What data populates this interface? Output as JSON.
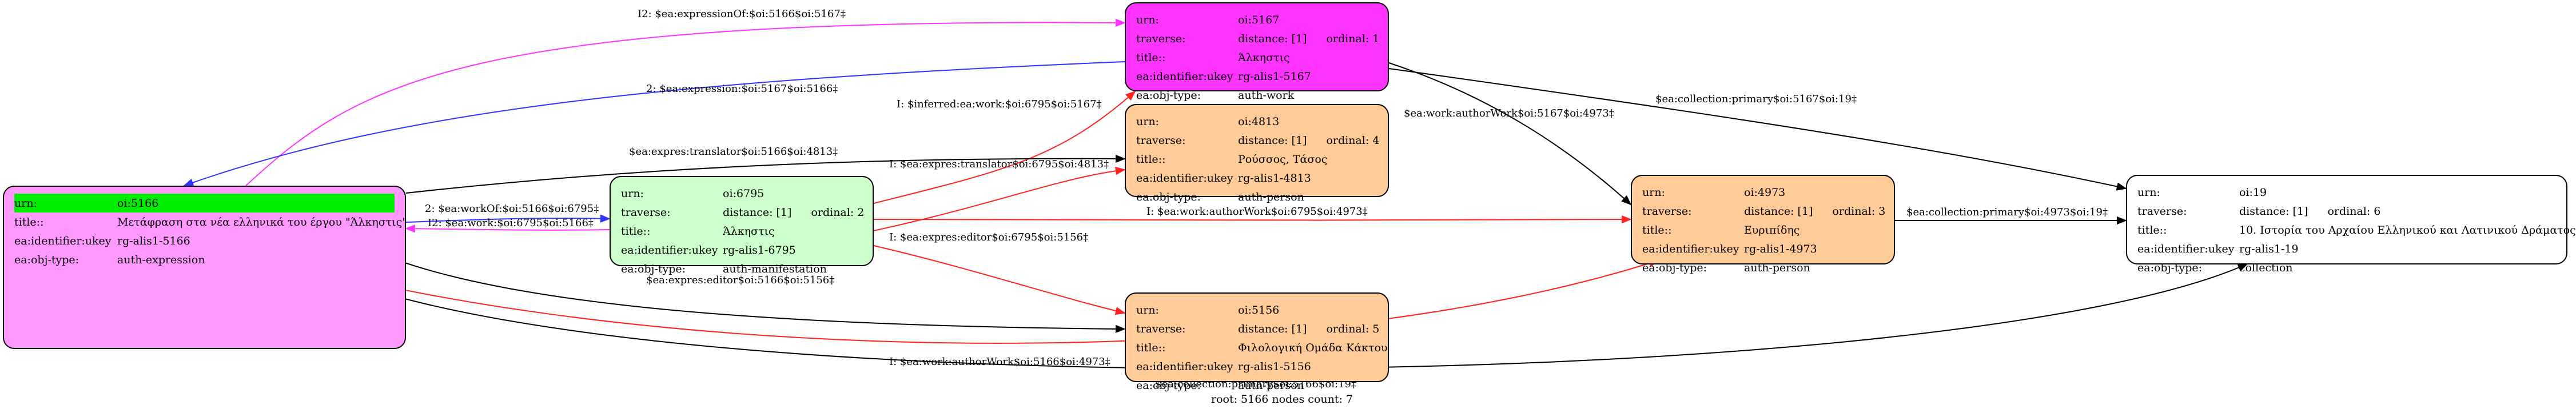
{
  "nodes": {
    "n5166": {
      "urn_key": "urn:",
      "urn": "oi:5166",
      "title_key": "title::",
      "title": "Μετάφραση στα νέα ελληνικά του έργου \"Άλκηστις\"",
      "ukey_key": "ea:identifier:ukey",
      "ukey": "rg-alis1-5166",
      "type_key": "ea:obj-type:",
      "type": "auth-expression"
    },
    "n5167": {
      "urn_key": "urn:",
      "urn": "oi:5167",
      "traverse_key": "traverse:",
      "distance": "distance: [1]",
      "ordinal": "ordinal: 1",
      "title_key": "title::",
      "title": "Άλκηστις",
      "ukey_key": "ea:identifier:ukey",
      "ukey": "rg-alis1-5167",
      "type_key": "ea:obj-type:",
      "type": "auth-work"
    },
    "n4813": {
      "urn_key": "urn:",
      "urn": "oi:4813",
      "traverse_key": "traverse:",
      "distance": "distance: [1]",
      "ordinal": "ordinal: 4",
      "title_key": "title::",
      "title": "Ρούσσος, Τάσος",
      "ukey_key": "ea:identifier:ukey",
      "ukey": "rg-alis1-4813",
      "type_key": "ea:obj-type:",
      "type": "auth-person"
    },
    "n6795": {
      "urn_key": "urn:",
      "urn": "oi:6795",
      "traverse_key": "traverse:",
      "distance": "distance: [1]",
      "ordinal": "ordinal: 2",
      "title_key": "title::",
      "title": "Άλκηστις",
      "ukey_key": "ea:identifier:ukey",
      "ukey": "rg-alis1-6795",
      "type_key": "ea:obj-type:",
      "type": "auth-manifestation"
    },
    "n5156": {
      "urn_key": "urn:",
      "urn": "oi:5156",
      "traverse_key": "traverse:",
      "distance": "distance: [1]",
      "ordinal": "ordinal: 5",
      "title_key": "title::",
      "title": "Φιλολογική Ομάδα Κάκτου",
      "ukey_key": "ea:identifier:ukey",
      "ukey": "rg-alis1-5156",
      "type_key": "ea:obj-type:",
      "type": "auth-person"
    },
    "n4973": {
      "urn_key": "urn:",
      "urn": "oi:4973",
      "traverse_key": "traverse:",
      "distance": "distance: [1]",
      "ordinal": "ordinal: 3",
      "title_key": "title::",
      "title": "Ευριπίδης",
      "ukey_key": "ea:identifier:ukey",
      "ukey": "rg-alis1-4973",
      "type_key": "ea:obj-type:",
      "type": "auth-person"
    },
    "n19": {
      "urn_key": "urn:",
      "urn": "oi:19",
      "traverse_key": "traverse:",
      "distance": "distance: [1]",
      "ordinal": "ordinal: 6",
      "title_key": "title::",
      "title": "10. Ιστορία του Αρχαίου Ελληνικού και Λατινικού Δράματος",
      "ukey_key": "ea:identifier:ukey",
      "ukey": "rg-alis1-19",
      "type_key": "ea:obj-type:",
      "type": "collection"
    }
  },
  "node_colors": {
    "root": "#ff99ff",
    "work": "#ff33ff",
    "person": "#ffcc99",
    "manifestation": "#ccffcc",
    "collection": "#ffffff",
    "root_highlight": "#00ee00"
  },
  "edges": [
    {
      "id": "e-expressionOf",
      "label": "I2: $ea:expressionOf:$oi:5166$oi:5167‡",
      "color": "#ff33ff"
    },
    {
      "id": "e-expression",
      "label": "2: $ea:expression:$oi:5167$oi:5166‡",
      "color": "#3333ff"
    },
    {
      "id": "e-inferred",
      "label": "I: $inferred:ea:work:$oi:6795$oi:5167‡",
      "color": "#ff2222"
    },
    {
      "id": "e-translator-5166",
      "label": "$ea:expres:translator$oi:5166$oi:4813‡",
      "color": "#000000"
    },
    {
      "id": "e-translator-6795",
      "label": "I: $ea:expres:translator$oi:6795$oi:4813‡",
      "color": "#ff2222"
    },
    {
      "id": "e-workOf",
      "label": "2: $ea:workOf:$oi:5166$oi:6795‡",
      "color": "#3333ff"
    },
    {
      "id": "e-work",
      "label": "I2: $ea:work:$oi:6795$oi:5166‡",
      "color": "#ff33ff"
    },
    {
      "id": "e-authorWork-6795",
      "label": "I: $ea:work:authorWork$oi:6795$oi:4973‡",
      "color": "#ff2222"
    },
    {
      "id": "e-editor-6795",
      "label": "I: $ea:expres:editor$oi:6795$oi:5156‡",
      "color": "#ff2222"
    },
    {
      "id": "e-editor-5166",
      "label": "$ea:expres:editor$oi:5166$oi:5156‡",
      "color": "#000000"
    },
    {
      "id": "e-authorWork-5167",
      "label": "$ea:work:authorWork$oi:5167$oi:4973‡",
      "color": "#000000"
    },
    {
      "id": "e-collection-5167",
      "label": "$ea:collection:primary$oi:5167$oi:19‡",
      "color": "#000000"
    },
    {
      "id": "e-collection-4973",
      "label": "$ea:collection:primary$oi:4973$oi:19‡",
      "color": "#000000"
    },
    {
      "id": "e-authorWork-5166",
      "label": "I: $ea:work:authorWork$oi:5166$oi:4973‡",
      "color": "#ff2222"
    },
    {
      "id": "e-collection-5166",
      "label": "$ea:collection:primary$oi:5166$oi:19‡",
      "color": "#000000"
    }
  ],
  "footer": "root: 5166 nodes count: 7"
}
